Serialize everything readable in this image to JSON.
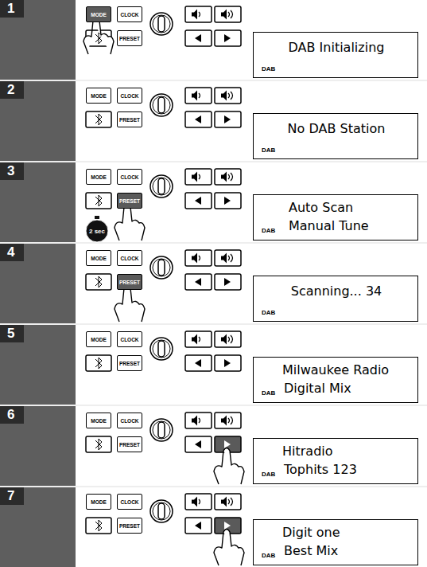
{
  "diagram": {
    "nodes": [
      {
        "text": [
          "MODE"
        ]
      },
      {
        "text": [
          "CLOCK"
        ]
      },
      {
        "text": [
          "PRESET"
        ]
      },
      {
        "text": [
          "DAB Initializing",
          "DAB"
        ]
      },
      {
        "text": [
          "MODE"
        ]
      },
      {
        "text": [
          "CLOCK"
        ]
      },
      {
        "text": [
          "PRESET"
        ]
      },
      {
        "text": [
          "No DAB Station",
          "DAB"
        ]
      },
      {
        "text": [
          "MODE"
        ]
      },
      {
        "text": [
          "CLOCK"
        ]
      },
      {
        "text": [
          "PRESET"
        ]
      },
      {
        "text": [
          "Auto Scan",
          "Manual Tune",
          "DAB"
        ]
      },
      {
        "text": [
          "MODE"
        ]
      },
      {
        "text": [
          "CLOCK"
        ]
      },
      {
        "text": [
          "PRESET"
        ]
      },
      {
        "text": [
          "Scanning... 34",
          "DAB"
        ]
      },
      {
        "text": [
          "MODE"
        ]
      },
      {
        "text": [
          "CLOCK"
        ]
      },
      {
        "text": [
          "PRESET"
        ]
      },
      {
        "text": [
          "Milwaukee Radio",
          "Digital Mix",
          "DAB"
        ]
      },
      {
        "text": [
          "MODE"
        ]
      },
      {
        "text": [
          "CLOCK"
        ]
      },
      {
        "text": [
          "PRESET"
        ]
      },
      {
        "text": [
          "Hitradio",
          "Tophits 123",
          "DAB"
        ]
      },
      {
        "text": [
          "MODE"
        ]
      },
      {
        "text": [
          "CLOCK"
        ]
      },
      {
        "text": [
          "PRESET"
        ]
      },
      {
        "text": [
          "Digit one",
          "Best Mix",
          "DAB"
        ]
      }
    ],
    "labels": [
      "1",
      "2",
      "3",
      "4",
      "5",
      "6",
      "7",
      "2 sec"
    ]
  }
}
